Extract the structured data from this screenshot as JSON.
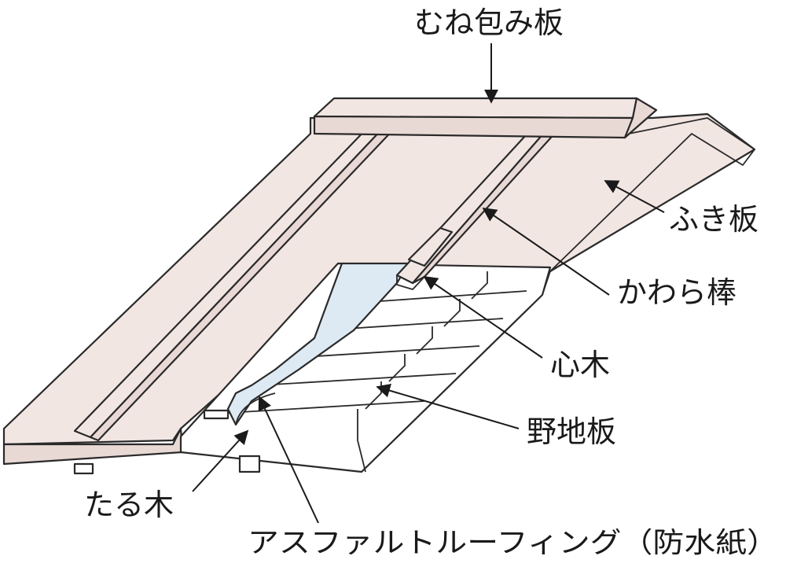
{
  "diagram": {
    "colors": {
      "board": "#f2e6e3",
      "board_shade": "#e9d9d5",
      "wood": "#ffffff",
      "felt": "#dde9f3",
      "ink": "#2a2a2a"
    },
    "labels": {
      "ridge_cover": "むね包み板",
      "roofing_board": "ふき板",
      "batten": "かわら棒",
      "core_wood": "心木",
      "sheathing": "野地板",
      "rafter": "たる木",
      "underlay": "アスファルトルーフィング（防水紙）"
    }
  }
}
